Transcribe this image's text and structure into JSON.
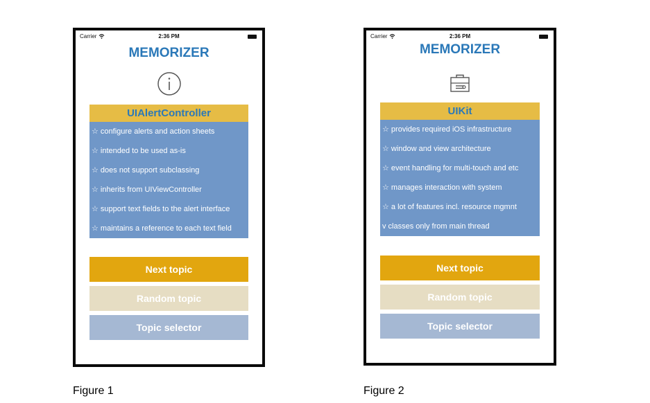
{
  "figure1": {
    "caption": "Figure 1",
    "status": {
      "carrier": "Carrier",
      "time": "2:36 PM"
    },
    "app_title": "MEMORIZER",
    "icon": "info-circle-icon",
    "panel": {
      "header": "UIAlertController",
      "items": [
        "☆ configure alerts and action sheets",
        "☆ intended to be used as-is",
        "☆ does not support subclassing",
        "☆ inherits from UIViewController",
        "☆ support text fields to the alert interface",
        "☆ maintains a reference to each text field"
      ]
    },
    "buttons": {
      "next": "Next topic",
      "random": "Random topic",
      "selector": "Topic selector"
    }
  },
  "figure2": {
    "caption": "Figure 2",
    "status": {
      "carrier": "Carrier",
      "time": "2:36 PM"
    },
    "app_title": "MEMORIZER",
    "icon": "toolbox-icon",
    "panel": {
      "header": "UIKit",
      "items": [
        "☆ provides required iOS infrastructure",
        "☆ window and view architecture",
        "☆ event handling for multi-touch and etc",
        "☆ manages interaction with system",
        "☆ a lot of features incl. resource mgmnt",
        "v classes only from main thread"
      ]
    },
    "buttons": {
      "next": "Next topic",
      "random": "Random topic",
      "selector": "Topic selector"
    }
  },
  "colors": {
    "title": "#2a78b8",
    "panel_header": "#e6bc45",
    "panel_body": "#7097c8",
    "next_button": "#e2a60f",
    "random_button": "#e6ddc3",
    "selector_button": "#a5b8d3"
  }
}
